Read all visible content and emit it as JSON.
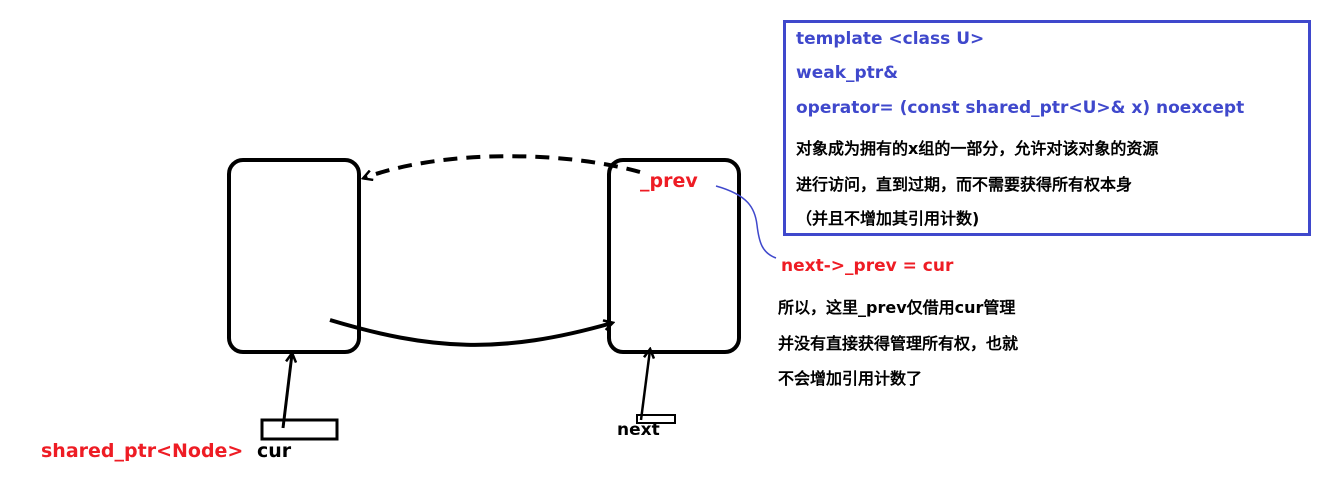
{
  "labels": {
    "prev": "_prev",
    "cur_type": "shared_ptr<Node>",
    "cur_name": "cur",
    "next": "next",
    "assignment": "next->_prev = cur"
  },
  "doc": {
    "line1": "template <class U>",
    "line2": "weak_ptr&",
    "line3": "operator= (const shared_ptr<U>& x) noexcept",
    "line4": "对象成为拥有的x组的一部分，允许对该对象的资源",
    "line5": "进行访问，直到过期，而不需要获得所有权本身",
    "line6": "（并且不增加其引用计数)"
  },
  "explanation": {
    "line1": "所以，这里_prev仅借用cur管理",
    "line2": "并没有直接获得管理所有权，也就",
    "line3": "不会增加引用计数了"
  },
  "colors": {
    "red": "#ee1c24",
    "blue": "#3f48cc",
    "black": "#000000"
  }
}
